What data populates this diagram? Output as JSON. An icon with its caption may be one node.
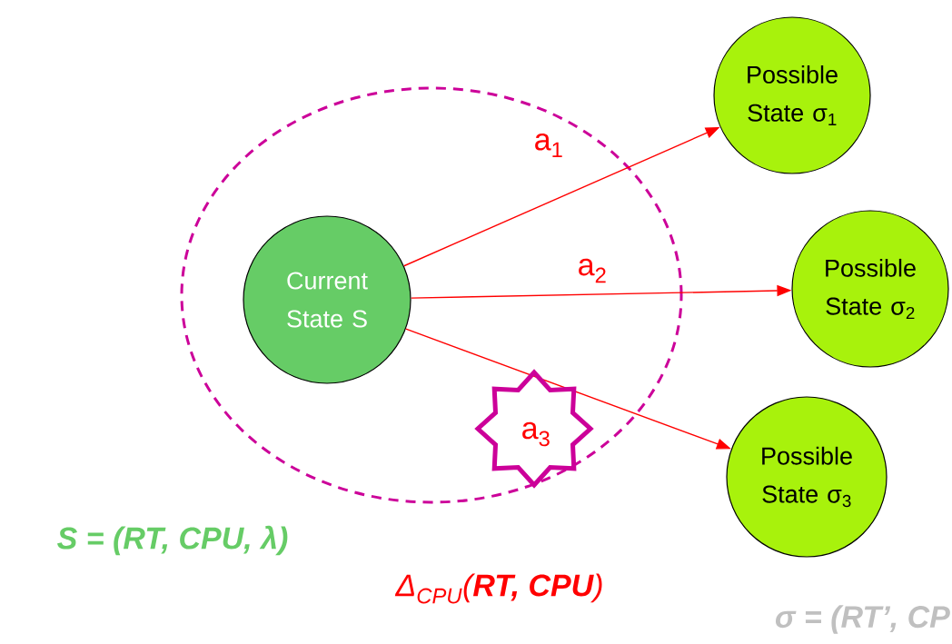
{
  "diagram": {
    "nodes": [
      {
        "text": [],
        "shape": "ellipse"
      },
      {
        "text": [
          "Current State S"
        ],
        "in": 0
      },
      {
        "text": [
          "Possible State σ$_{1}$"
        ]
      },
      {
        "text": [
          "Possible State σ$_{2}$"
        ]
      },
      {
        "text": [
          "Possible State σ$_{3}$"
        ]
      }
    ],
    "edges": [
      {
        "from": 1,
        "to": 2,
        "arrow": "to",
        "label": "a$_{1}$"
      },
      {
        "from": 1,
        "to": 3,
        "arrow": "to",
        "label": "a$_{2}$"
      },
      {
        "from": 1,
        "to": 4,
        "arrow": "to",
        "label": "a$_{3}$"
      }
    ],
    "labels": [
      "S = (RT, CPU, λ)",
      "Δ$_{CPU}$(**RT, CPU**)",
      "σ = (RT’, CP"
    ]
  }
}
